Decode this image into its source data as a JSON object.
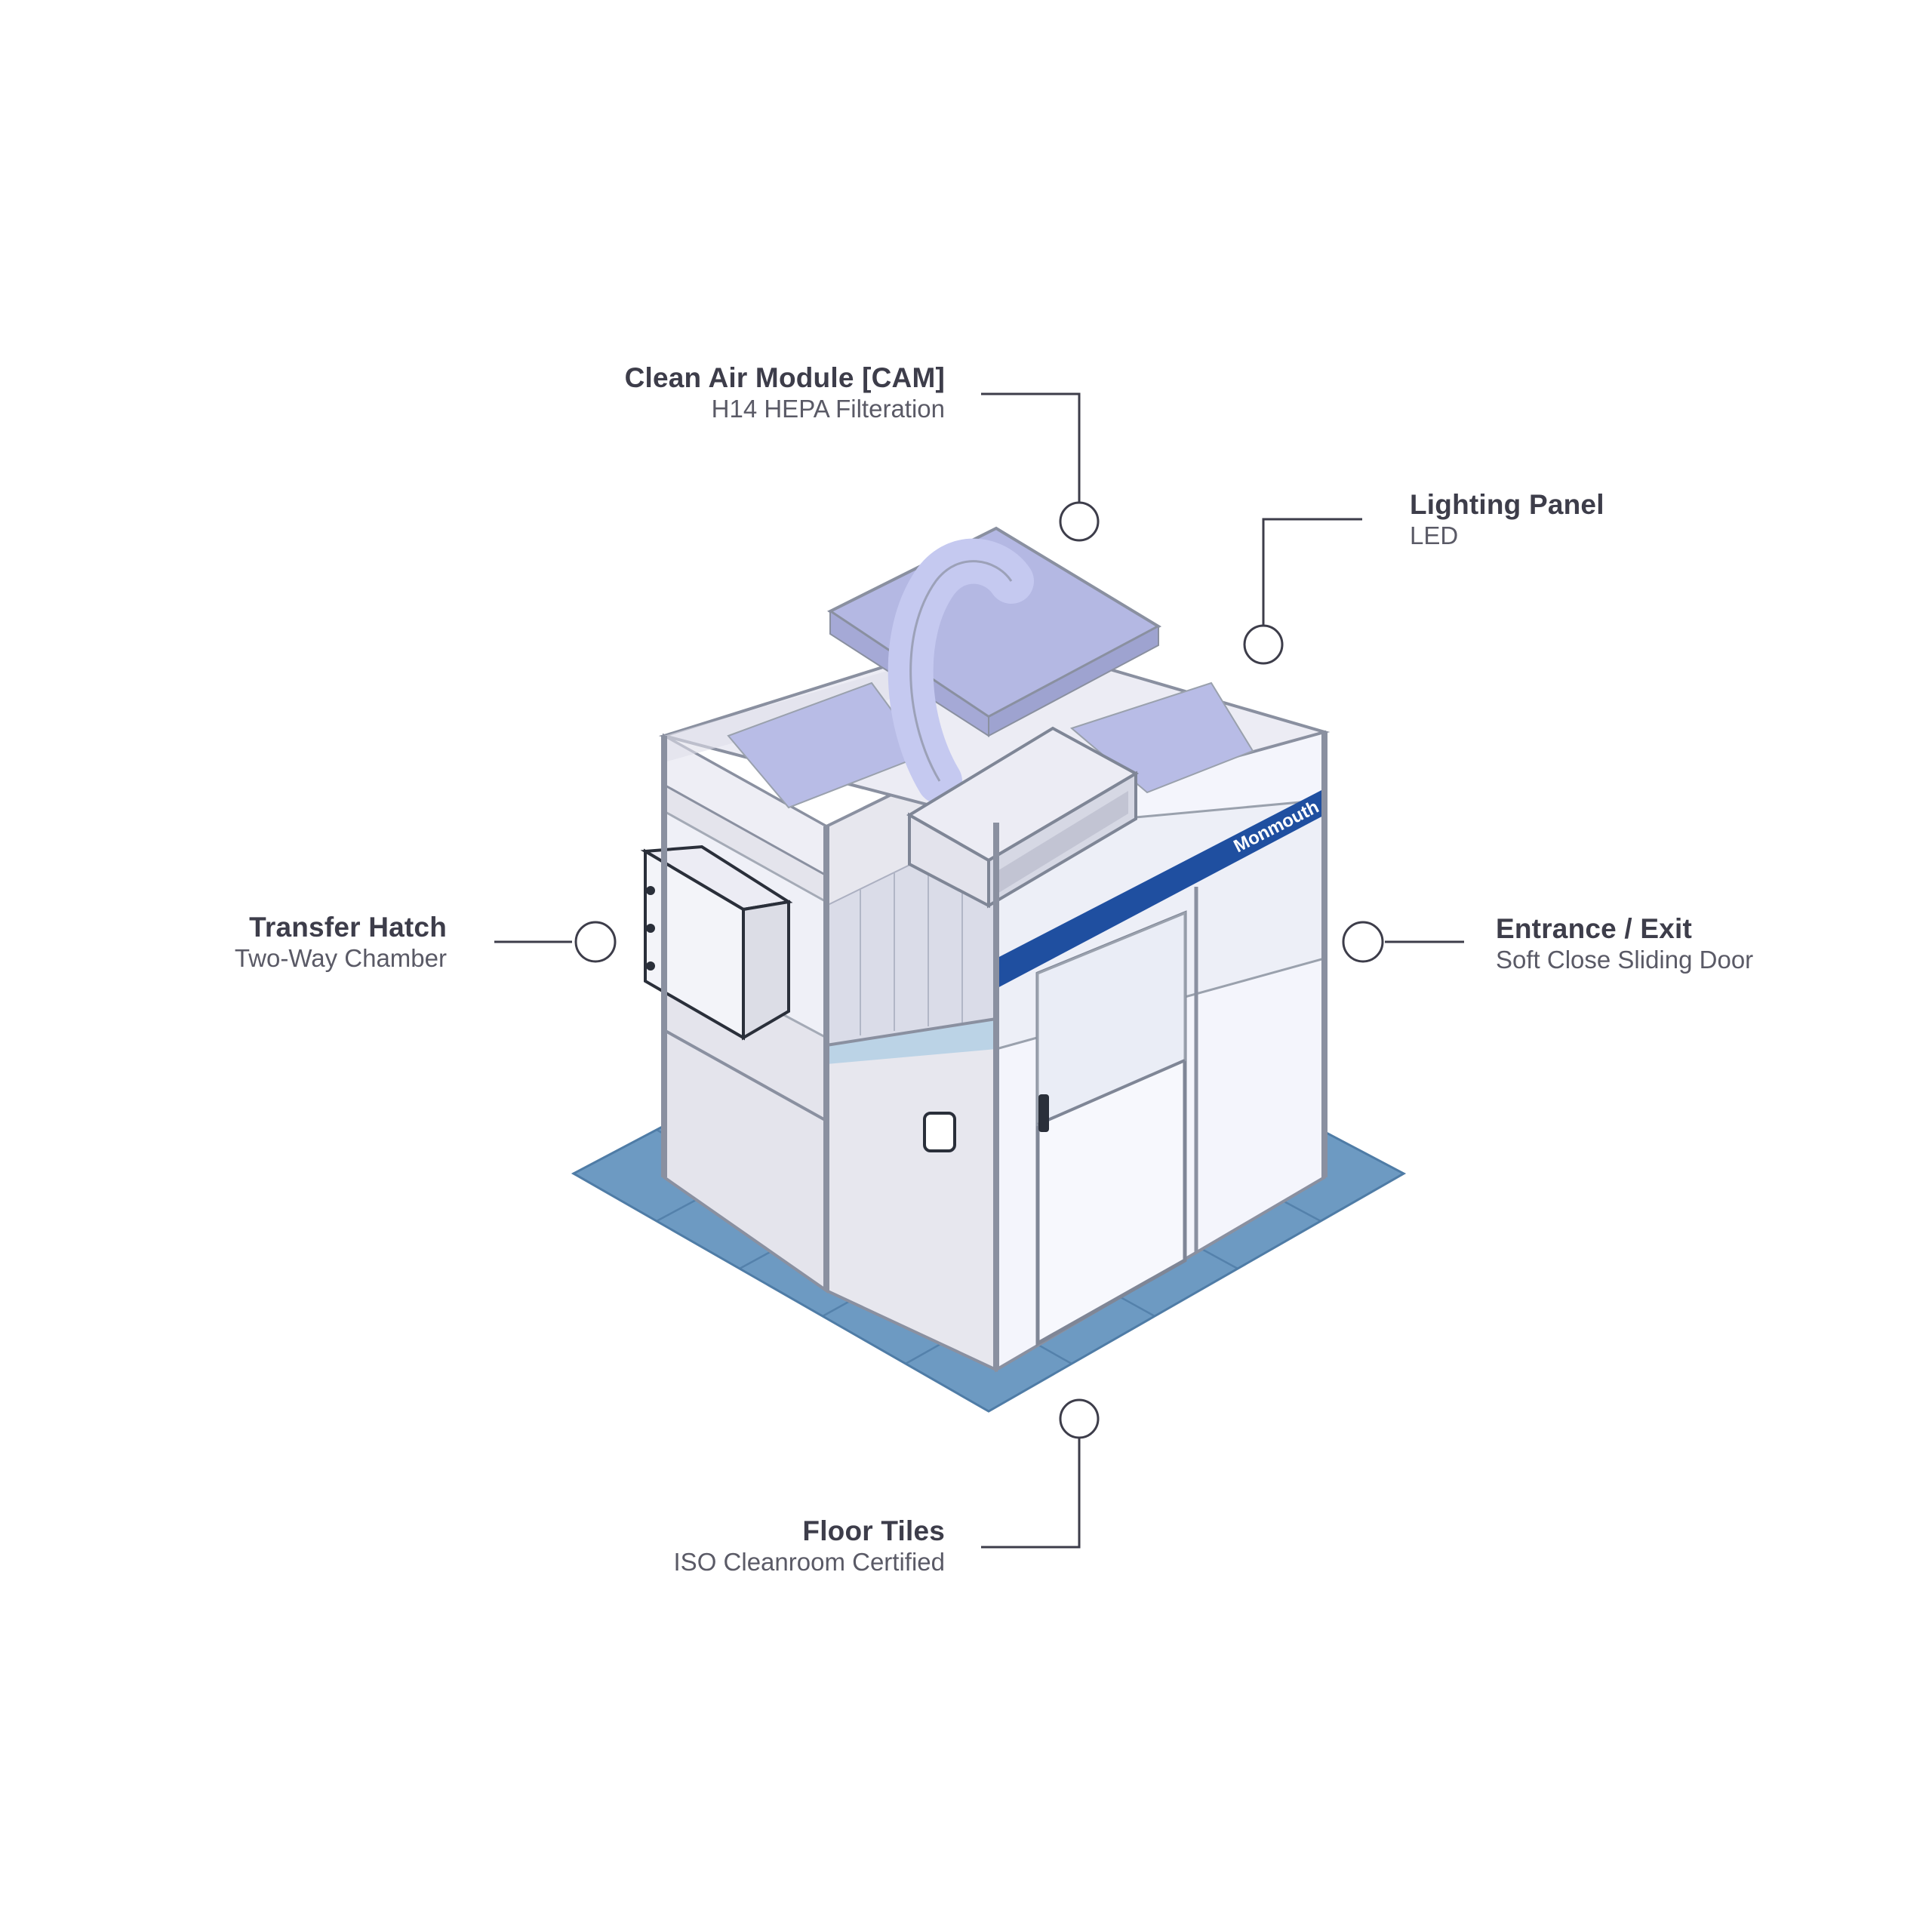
{
  "callouts": {
    "cam": {
      "title": "Clean Air Module [CAM]",
      "subtitle": "H14 HEPA Filteration"
    },
    "lighting": {
      "title": "Lighting Panel",
      "subtitle": "LED"
    },
    "hatch": {
      "title": "Transfer Hatch",
      "subtitle": "Two-Way Chamber"
    },
    "entrance": {
      "title": "Entrance / Exit",
      "subtitle": "Soft Close Sliding Door"
    },
    "floor": {
      "title": "Floor Tiles",
      "subtitle": "ISO Cleanroom Certified"
    }
  },
  "branding": {
    "text": "Monmouth"
  },
  "colors": {
    "frame": "#9aa1ad",
    "panel_grey": "#e7e7ee",
    "panel_white": "#f5f6fc",
    "filter_lavender": "#b8bce6",
    "floor_blue": "#6d9ac2",
    "brand_blue": "#1f4fa0",
    "leader_line": "#3d3d4a"
  }
}
